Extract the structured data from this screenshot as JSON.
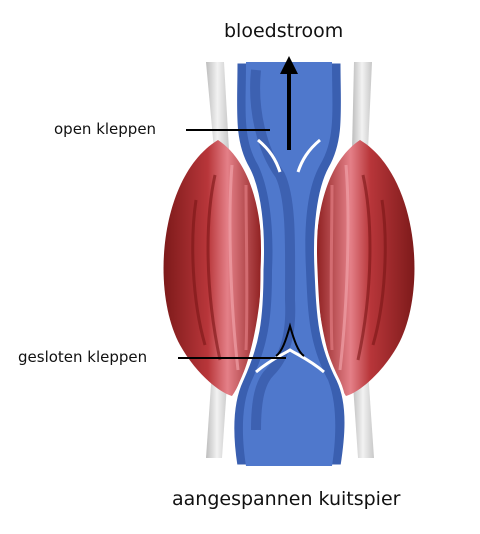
{
  "labels": {
    "flow": "bloedstroom",
    "open_valves": "open kleppen",
    "closed_valves": "gesloten kleppen",
    "caption": "aangespannen kuitspier"
  },
  "colors": {
    "vein_outer": "#3a5fb0",
    "vein_inner": "#4f78cc",
    "vein_shadow": "#2f4f9a",
    "muscle_dark": "#8e1f1f",
    "muscle_mid": "#b8363a",
    "muscle_light": "#e07a80",
    "tendon": "#d9d9d9",
    "line": "#000000"
  }
}
